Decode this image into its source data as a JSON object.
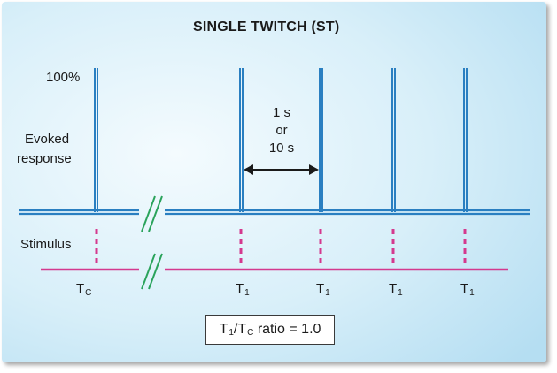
{
  "title": "SINGLE TWITCH (ST)",
  "labels": {
    "hundred_percent": "100%",
    "evoked_line1": "Evoked",
    "evoked_line2": "response",
    "stimulus": "Stimulus"
  },
  "interval": {
    "line1": "1 s",
    "line2": "or",
    "line3": "10 s"
  },
  "ticks": {
    "control": {
      "main": "T",
      "sub": "C"
    },
    "t1": {
      "main": "T",
      "sub": "1"
    }
  },
  "ratio": {
    "t1": "T",
    "t1_sub": "1",
    "slash": "/",
    "tc": "T",
    "tc_sub": "C",
    "rest": " ratio = 1.0"
  },
  "colors": {
    "background_light": "#eef8fd",
    "background_dark": "#b9e2f4",
    "response": "#2a7fc1",
    "stimulus": "#d4398e",
    "break_mark": "#2aa35b",
    "text": "#1a1a1a"
  },
  "structure": {
    "evoked_responses_percent": [
      100,
      100,
      100,
      100,
      100
    ],
    "t1_stimuli_count": 4,
    "break_between_control_and_t1": true
  }
}
